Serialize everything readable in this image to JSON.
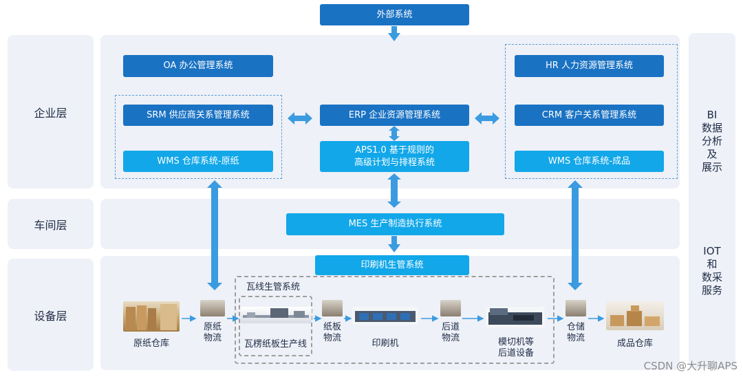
{
  "layers": {
    "enterprise": "企业层",
    "workshop": "车间层",
    "equipment": "设备层"
  },
  "side": {
    "bi": "BI\n数据\n分析\n及\n展示",
    "iot": "IOT\n和\n数采\n服务"
  },
  "systems": {
    "external": "外部系统",
    "oa": "OA 办公管理系统",
    "hr": "HR 人力资源管理系统",
    "srm": "SRM 供应商关系管理系统",
    "erp": "ERP 企业资源管理系统",
    "crm": "CRM 客户关系管理系统",
    "wms_raw": "WMS 仓库系统-原纸",
    "aps": "APS1.0 基于规则的\n高级计划与排程系统",
    "wms_fin": "WMS 仓库系统-成品",
    "mes": "MES 生产制造执行系统",
    "print_mgmt": "印刷机生管系统"
  },
  "corrugated_group": "瓦线生管系统",
  "equipment_flow": {
    "raw_warehouse": "原纸仓库",
    "raw_logistics": "原纸\n物流",
    "corrugator": "瓦楞纸板生产线",
    "board_logistics": "纸板\n物流",
    "printer": "印刷机",
    "post_logistics": "后道\n物流",
    "die_cutter": "模切机等\n后道设备",
    "storage_logistics": "仓储\n物流",
    "finished_warehouse": "成品仓库"
  },
  "footer": "CSDN @大升聊APS",
  "colors": {
    "dark_box": "#1a72c3",
    "light_box": "#12a7e9",
    "panel": "#eef1f7",
    "arrow": "#3b9be0"
  }
}
